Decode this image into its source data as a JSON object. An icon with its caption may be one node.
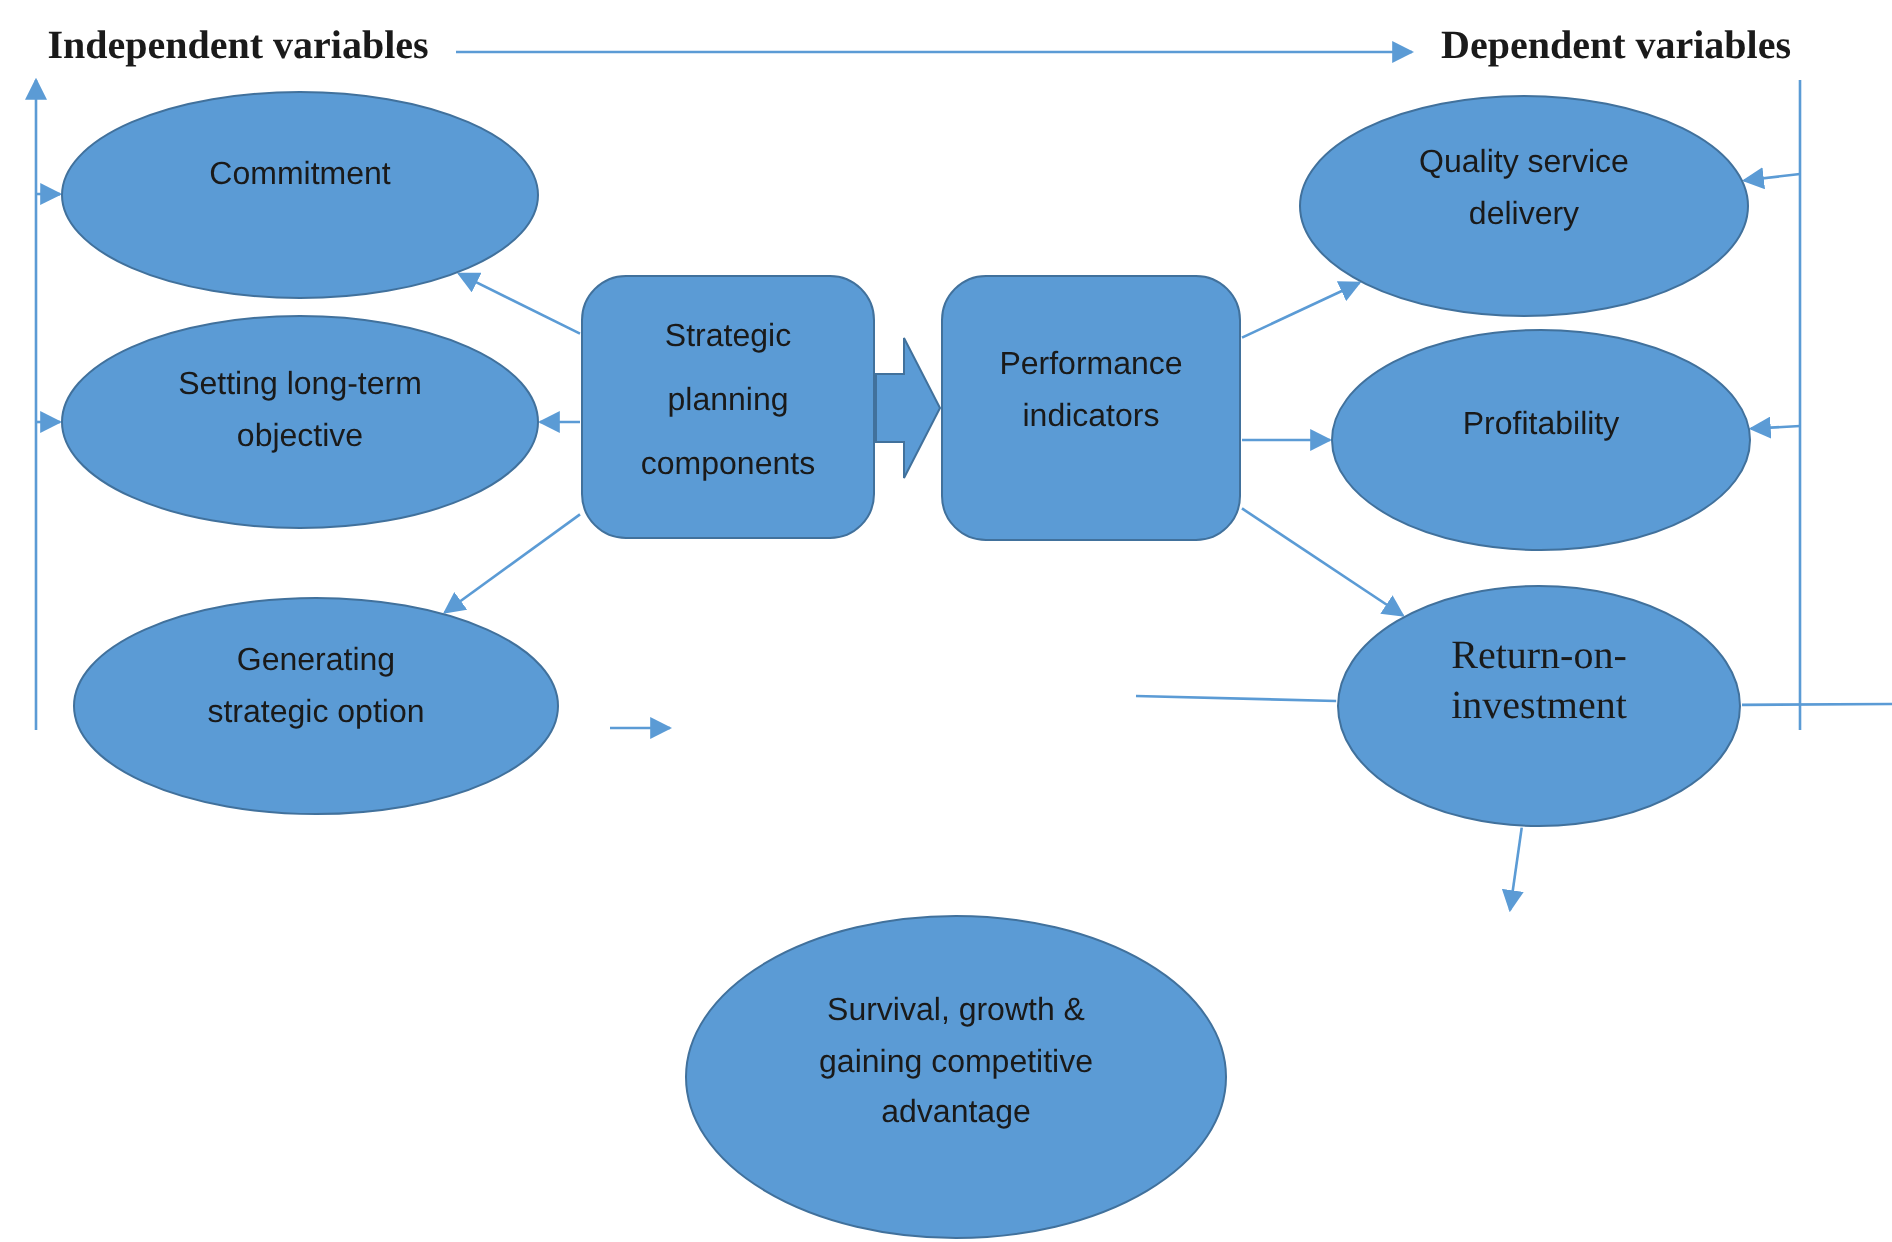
{
  "diagram": {
    "nodes": [
      {
        "text": [
          "Independent variables"
        ]
      },
      {
        "text": [
          "Dependent variables"
        ]
      },
      {
        "text": [
          "Commitment"
        ]
      },
      {
        "text": [
          "Setting long-term objective"
        ]
      },
      {
        "text": [
          "Generating strategic option"
        ]
      },
      {
        "text": [
          "Strategic planning components"
        ]
      },
      {
        "text": [
          "Performance indicators"
        ]
      },
      {
        "text": [
          "Quality service delivery"
        ]
      },
      {
        "text": [
          "Profitability"
        ]
      },
      {
        "text": [
          "Return-on-investment"
        ]
      },
      {
        "text": [
          "Survival, growth & gaining competitive advantage"
        ]
      }
    ],
    "edges": [
      {
        "from": 0,
        "to": 1,
        "arrow": "to"
      },
      {
        "from": null,
        "to": 0,
        "arrow": "to"
      },
      {
        "from": null,
        "to": 2,
        "arrow": "to"
      },
      {
        "from": null,
        "to": 3,
        "arrow": "to"
      },
      {
        "from": 5,
        "to": 2,
        "arrow": "to"
      },
      {
        "from": 5,
        "to": 3,
        "arrow": "to"
      },
      {
        "from": 5,
        "to": 4,
        "arrow": "to"
      },
      {
        "from": 5,
        "to": 6,
        "arrow": "to",
        "style": "thick"
      },
      {
        "from": 6,
        "to": 7,
        "arrow": "to"
      },
      {
        "from": 6,
        "to": 8,
        "arrow": "to"
      },
      {
        "from": 6,
        "to": 9,
        "arrow": "to"
      },
      {
        "from": null,
        "to": 1,
        "arrow": "none"
      },
      {
        "from": null,
        "to": 7,
        "arrow": "to"
      },
      {
        "from": null,
        "to": 8,
        "arrow": "to"
      },
      {
        "from": null,
        "to": 9,
        "arrow": "none"
      },
      {
        "from": 9,
        "to": null,
        "arrow": "none"
      },
      {
        "from": 9,
        "to": null,
        "arrow": "to"
      }
    ]
  }
}
